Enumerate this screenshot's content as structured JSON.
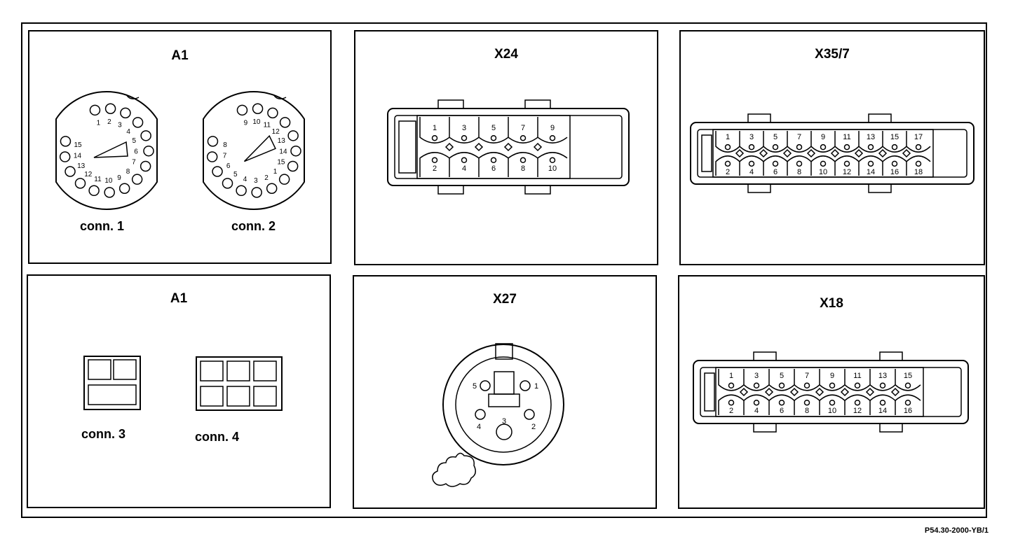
{
  "panels": {
    "a1_top": {
      "title": "A1",
      "conn1": "conn. 1",
      "conn2": "conn. 2"
    },
    "x24": {
      "title": "X24"
    },
    "x35_7": {
      "title": "X35/7"
    },
    "a1_bottom": {
      "title": "A1",
      "conn3": "conn. 3",
      "conn4": "conn. 4"
    },
    "x27": {
      "title": "X27"
    },
    "x18": {
      "title": "X18"
    }
  },
  "connectors": {
    "conn1_pins": [
      "1",
      "2",
      "3",
      "4",
      "5",
      "6",
      "7",
      "8",
      "9",
      "10",
      "11",
      "12",
      "13",
      "14",
      "15"
    ],
    "conn2_pins": [
      "1",
      "2",
      "3",
      "4",
      "5",
      "6",
      "7",
      "8",
      "9",
      "10",
      "11",
      "12",
      "13",
      "14",
      "15"
    ],
    "x24_top": [
      "1",
      "3",
      "5",
      "7",
      "9"
    ],
    "x24_bottom": [
      "2",
      "4",
      "6",
      "8",
      "10"
    ],
    "x35_top": [
      "1",
      "3",
      "5",
      "7",
      "9",
      "11",
      "13",
      "15",
      "17"
    ],
    "x35_bottom": [
      "2",
      "4",
      "6",
      "8",
      "10",
      "12",
      "14",
      "16",
      "18"
    ],
    "x18_top": [
      "1",
      "3",
      "5",
      "7",
      "9",
      "11",
      "13",
      "15"
    ],
    "x18_bottom": [
      "2",
      "4",
      "6",
      "8",
      "10",
      "12",
      "14",
      "16"
    ],
    "x27_pins": [
      "1",
      "2",
      "3",
      "4",
      "5"
    ]
  },
  "reference": "P54.30-2000-YB/1"
}
